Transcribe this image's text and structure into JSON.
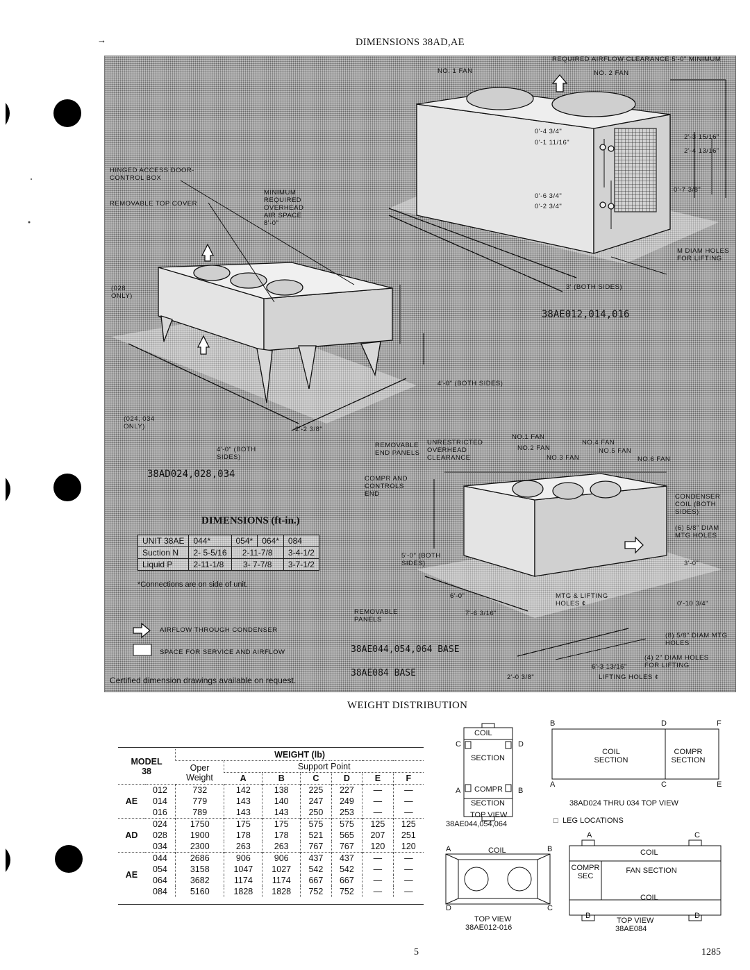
{
  "header": {
    "arrow": "→",
    "title": "DIMENSIONS 38AD,AE"
  },
  "unit_top_right": {
    "label_model": "38AE012,014,016",
    "callouts": {
      "airflow": "REQUIRED AIRFLOW CLEARANCE 5'-0\" MINIMUM",
      "fan1": "NO. 1 FAN",
      "fan2": "NO. 2 FAN",
      "d1": "0'-4 3/4\"",
      "d2": "0'-1 11/16\"",
      "d3": "0'-6 3/4\"",
      "d4": "0'-2 3/4\"",
      "d5": "2'-3 15/16\"",
      "d6": "2'-4 13/16\"",
      "d7": "0'-7 3/8\"",
      "m_holes": "M DIAM HOLES FOR LIFTING",
      "both_sides": "3' (BOTH SIDES)"
    }
  },
  "unit_left": {
    "label_model": "38AD024,028,034",
    "callouts": {
      "hinged": "HINGED ACCESS DOOR- CONTROL BOX",
      "top_cover": "REMOVABLE TOP COVER",
      "overhead": "MINIMUM REQUIRED OVERHEAD AIR SPACE 8'-0\"",
      "only028": "(028 ONLY)",
      "only024": "(024, 034 ONLY)",
      "four_ft_right": "4'-0\" (BOTH SIDES)",
      "four_ft_left": "4'-0\" (BOTH SIDES)",
      "end_panels": "REMOVABLE END PANELS",
      "two_ft": "2'-2 3/8\""
    }
  },
  "unit_bottom_right": {
    "label_base1": "38AE044,054,064 BASE",
    "label_base2": "38AE084 BASE",
    "callouts": {
      "unrestricted": "UNRESTRICTED OVERHEAD CLEARANCE",
      "fan1": "NO.1 FAN",
      "fan2": "NO.2 FAN",
      "fan3": "NO.3 FAN",
      "fan4": "NO.4 FAN",
      "fan5": "NO.5 FAN",
      "fan6": "NO.6 FAN",
      "compr": "COMPR AND CONTROLS END",
      "coil": "CONDENSER COIL (BOTH SIDES)",
      "mtg": "(6) 5/8\" DIAM MTG HOLES",
      "five_ft": "5'-0\" (BOTH SIDES)",
      "three_ft": "3'-0\"",
      "six_ft": "6'-0\"",
      "seven_ft": "7'-6 3/16\"",
      "removable": "REMOVABLE PANELS",
      "lifting": "MTG & LIFTING HOLES ¢",
      "ten": "0'-10 3/4\"",
      "eight": "(8) 5/8\" DIAM MTG HOLES",
      "four": "(4) 2\" DIAM HOLES FOR LIFTING",
      "six3": "6'-3 13/16\"",
      "lift_holes": "LIFTING HOLES ¢",
      "two0": "2'-0 3/8\""
    }
  },
  "dims_table": {
    "title": "DIMENSIONS (ft-in.)",
    "headers": [
      "UNIT 38AE",
      "044*",
      "054*",
      "064*",
      "084"
    ],
    "rows": [
      {
        "label": "Suction",
        "key": "N",
        "v044": "2- 5-5/16",
        "v054_064": "2-11-7/8",
        "v084": "3-4-1/2"
      },
      {
        "label": "Liquid",
        "key": "P",
        "v044": "2-11-1/8",
        "v054_064": "3- 7-7/8",
        "v084": "3-7-1/2"
      }
    ],
    "note": "*Connections are on side of unit."
  },
  "legend": {
    "airflow": "AIRFLOW THROUGH CONDENSER",
    "space": "SPACE FOR SERVICE AND AIRFLOW",
    "certified": "Certified dimension drawings available on request."
  },
  "weight": {
    "title": "WEIGHT DISTRIBUTION",
    "header_model": "MODEL",
    "header_model2": "38",
    "header_weight": "WEIGHT (lb)",
    "header_oper": "Oper",
    "header_oper2": "Weight",
    "header_support": "Support Point",
    "cols": [
      "A",
      "B",
      "C",
      "D",
      "E",
      "F"
    ],
    "groups": [
      {
        "series": "AE",
        "rows": [
          [
            "012",
            "732",
            "142",
            "138",
            "225",
            "227",
            "—",
            "—"
          ],
          [
            "014",
            "779",
            "143",
            "140",
            "247",
            "249",
            "—",
            "—"
          ],
          [
            "016",
            "789",
            "143",
            "143",
            "250",
            "253",
            "—",
            "—"
          ]
        ]
      },
      {
        "series": "AD",
        "rows": [
          [
            "024",
            "1750",
            "175",
            "175",
            "575",
            "575",
            "125",
            "125"
          ],
          [
            "028",
            "1900",
            "178",
            "178",
            "521",
            "565",
            "207",
            "251"
          ],
          [
            "034",
            "2300",
            "263",
            "263",
            "767",
            "767",
            "120",
            "120"
          ]
        ]
      },
      {
        "series": "AE",
        "rows": [
          [
            "044",
            "2686",
            "906",
            "906",
            "437",
            "437",
            "—",
            "—"
          ],
          [
            "054",
            "3158",
            "1047",
            "1027",
            "542",
            "542",
            "—",
            "—"
          ],
          [
            "064",
            "3682",
            "1174",
            "1174",
            "667",
            "667",
            "—",
            "—"
          ],
          [
            "084",
            "5160",
            "1828",
            "1828",
            "752",
            "752",
            "—",
            "—"
          ]
        ]
      }
    ]
  },
  "top_views": {
    "coil": "COIL",
    "section": "SECTION",
    "compr": "COMPR",
    "v1_caption1": "TOP VIEW",
    "v1_caption2": "38AE044,054,064",
    "v2_caption": "38AD024 THRU 034 TOP VIEW",
    "v2_coil": "COIL SECTION",
    "v2_compr": "COMPR SECTION",
    "leg": "LEG LOCATIONS",
    "leg_symbol": "□",
    "v3_caption1": "TOP VIEW",
    "v3_caption2": "38AE012-016",
    "v4_caption1": "TOP VIEW",
    "v4_caption2": "38AE084",
    "v4_compr": "COMPR SEC",
    "v4_fan": "FAN SECTION",
    "letters": {
      "a": "A",
      "b": "B",
      "c": "C",
      "d": "D",
      "e": "E",
      "f": "F"
    }
  },
  "footer": {
    "page": "5",
    "doc": "1285"
  }
}
